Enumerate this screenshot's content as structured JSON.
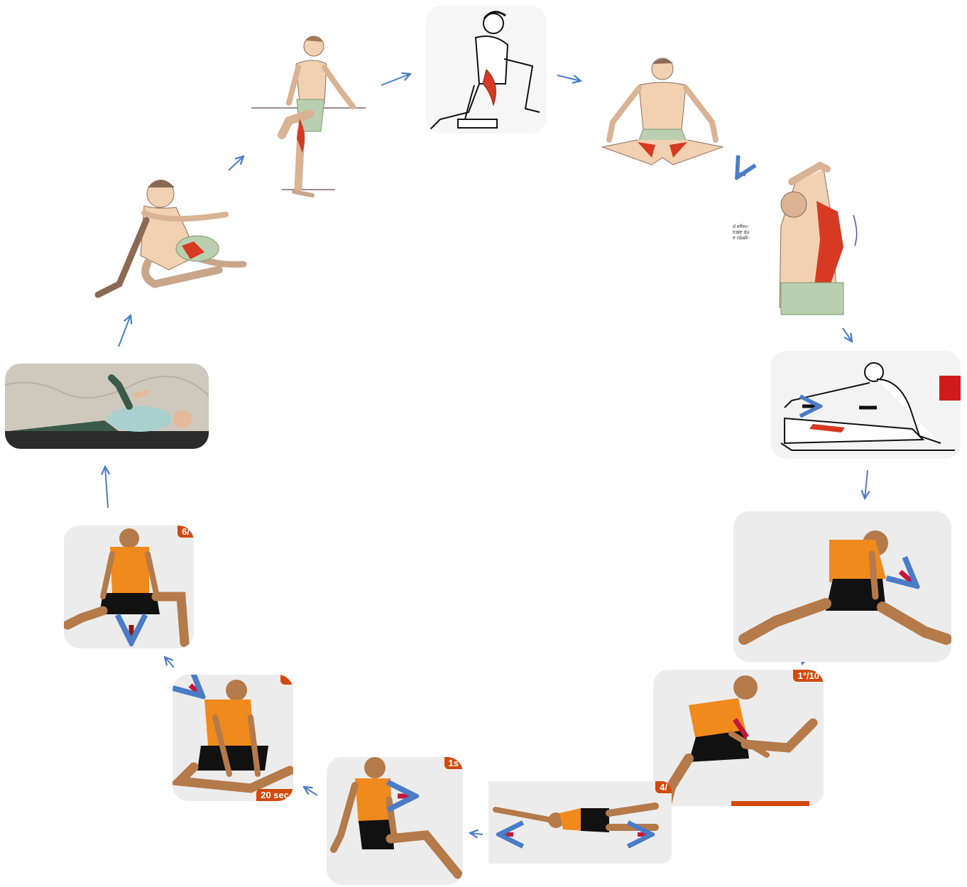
{
  "labels": {
    "side_bend_text": [
      "d effec-",
      "trale du",
      "e nball-"
    ],
    "tag_split_forward": "1°/10",
    "tag_supine": "4/",
    "tag_seated_twist": "1s",
    "tag_butterfly_bottom": "20 sec",
    "tag_lunge": "6/"
  },
  "colors": {
    "arrow": "#4a7cc7",
    "muscle": "#d63a22",
    "skin": "#f2d1b3",
    "shorts": "#b9cfb0",
    "tank": "#f08a1c",
    "badge": "#d14a0e"
  }
}
